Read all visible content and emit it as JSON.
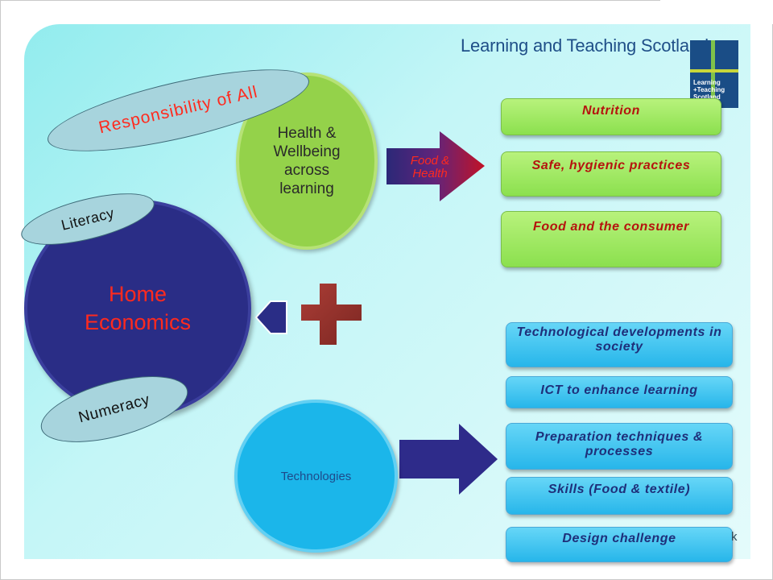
{
  "brand": {
    "name": "Learning and Teaching Scotland",
    "logo_caption": "Learning\n+Teaching\nScotland",
    "color": "#1a4d86"
  },
  "hub": {
    "label": "Home Economics"
  },
  "ovals": {
    "responsibility": "Responsibility of All",
    "literacy": "Literacy",
    "numeracy": "Numeracy"
  },
  "health": {
    "label": "Health & Wellbeing across learning",
    "arrow_label": "Food & Health",
    "items": [
      "Nutrition",
      "Safe, hygienic practices",
      "Food and the consumer"
    ]
  },
  "technologies": {
    "label": "Technologies",
    "items": [
      "Technological developments in society",
      "ICT to enhance learning",
      "Preparation techniques & processes",
      "Skills (Food & textile)",
      "Design challenge"
    ]
  },
  "stray_text": "k",
  "icons": {
    "plus": "plus-icon",
    "arrow_left": "left-arrow-icon"
  },
  "colors": {
    "hub": "#2a2d86",
    "health": "#94d24a",
    "tech": "#1bb6ea",
    "accent_red": "#ff2a1e",
    "plus": "#98332e"
  }
}
